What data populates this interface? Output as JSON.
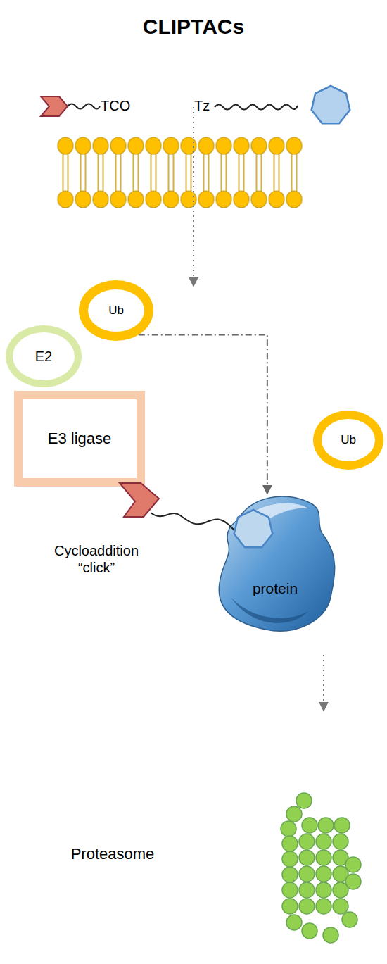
{
  "diagram": {
    "title": "CLIPTACs",
    "nodes": [
      {
        "text": [
          "Ub"
        ]
      },
      {
        "text": [
          "E2"
        ]
      },
      {
        "text": [
          "E3 ligase"
        ]
      },
      {
        "text": [
          "Ub"
        ]
      },
      {
        "text": [
          "protein"
        ]
      }
    ],
    "edges": [
      {
        "from": 0,
        "to": 4,
        "arrow": "to"
      }
    ],
    "labels": [
      "TCO",
      "Tz",
      "Cycloaddition “click”",
      "Proteasome"
    ]
  }
}
